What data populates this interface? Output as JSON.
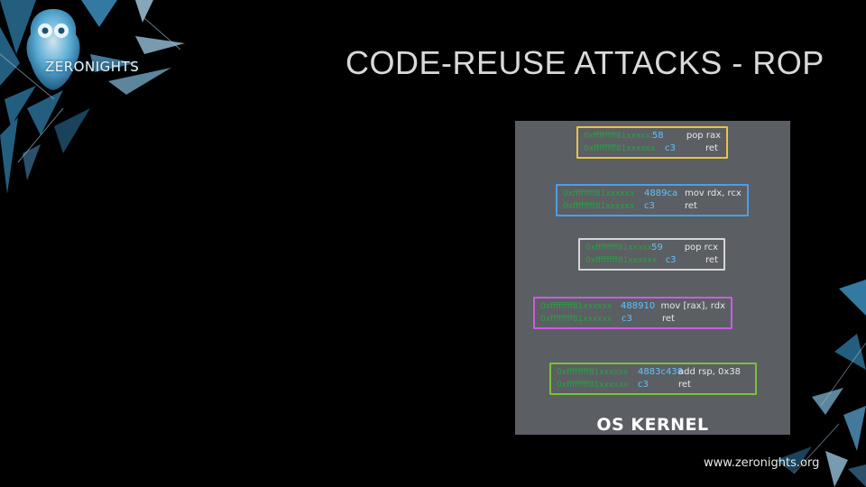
{
  "brand": {
    "logo_text": "ZERONIGHTS",
    "url": "www.zeronights.org"
  },
  "slide": {
    "title": "CODE-REUSE ATTACKS - ROP"
  },
  "diagram": {
    "footer_label": "OS KERNEL",
    "gadgets": [
      {
        "color": "#e5c545",
        "rows": [
          {
            "address": "0xffffffff81xxxxxx",
            "bytes": "58",
            "instruction": "pop rax"
          },
          {
            "address": "0xffffffff81xxxxxx",
            "bytes": "c3",
            "instruction": "ret"
          }
        ]
      },
      {
        "color": "#4d9ee8",
        "rows": [
          {
            "address": "0xffffffff81xxxxxx",
            "bytes": "4889ca",
            "instruction": "mov rdx, rcx"
          },
          {
            "address": "0xffffffff81xxxxxx",
            "bytes": "c3",
            "instruction": "ret"
          }
        ]
      },
      {
        "color": "#d6d6d6",
        "rows": [
          {
            "address": "0xffffffff81xxxxxx",
            "bytes": "59",
            "instruction": "pop rcx"
          },
          {
            "address": "0xffffffff81xxxxxx",
            "bytes": "c3",
            "instruction": "ret"
          }
        ]
      },
      {
        "color": "#c85de0",
        "rows": [
          {
            "address": "0xffffffff81xxxxxx",
            "bytes": "488910",
            "instruction": "mov [rax], rdx"
          },
          {
            "address": "0xffffffff81xxxxxx",
            "bytes": "c3",
            "instruction": "ret"
          }
        ]
      },
      {
        "color": "#78c23c",
        "rows": [
          {
            "address": "0xffffffff81xxxxxx",
            "bytes": "4883c438",
            "instruction": "add rsp, 0x38"
          },
          {
            "address": "0xffffffff81xxxxxx",
            "bytes": "c3",
            "instruction": "ret"
          }
        ]
      }
    ]
  }
}
